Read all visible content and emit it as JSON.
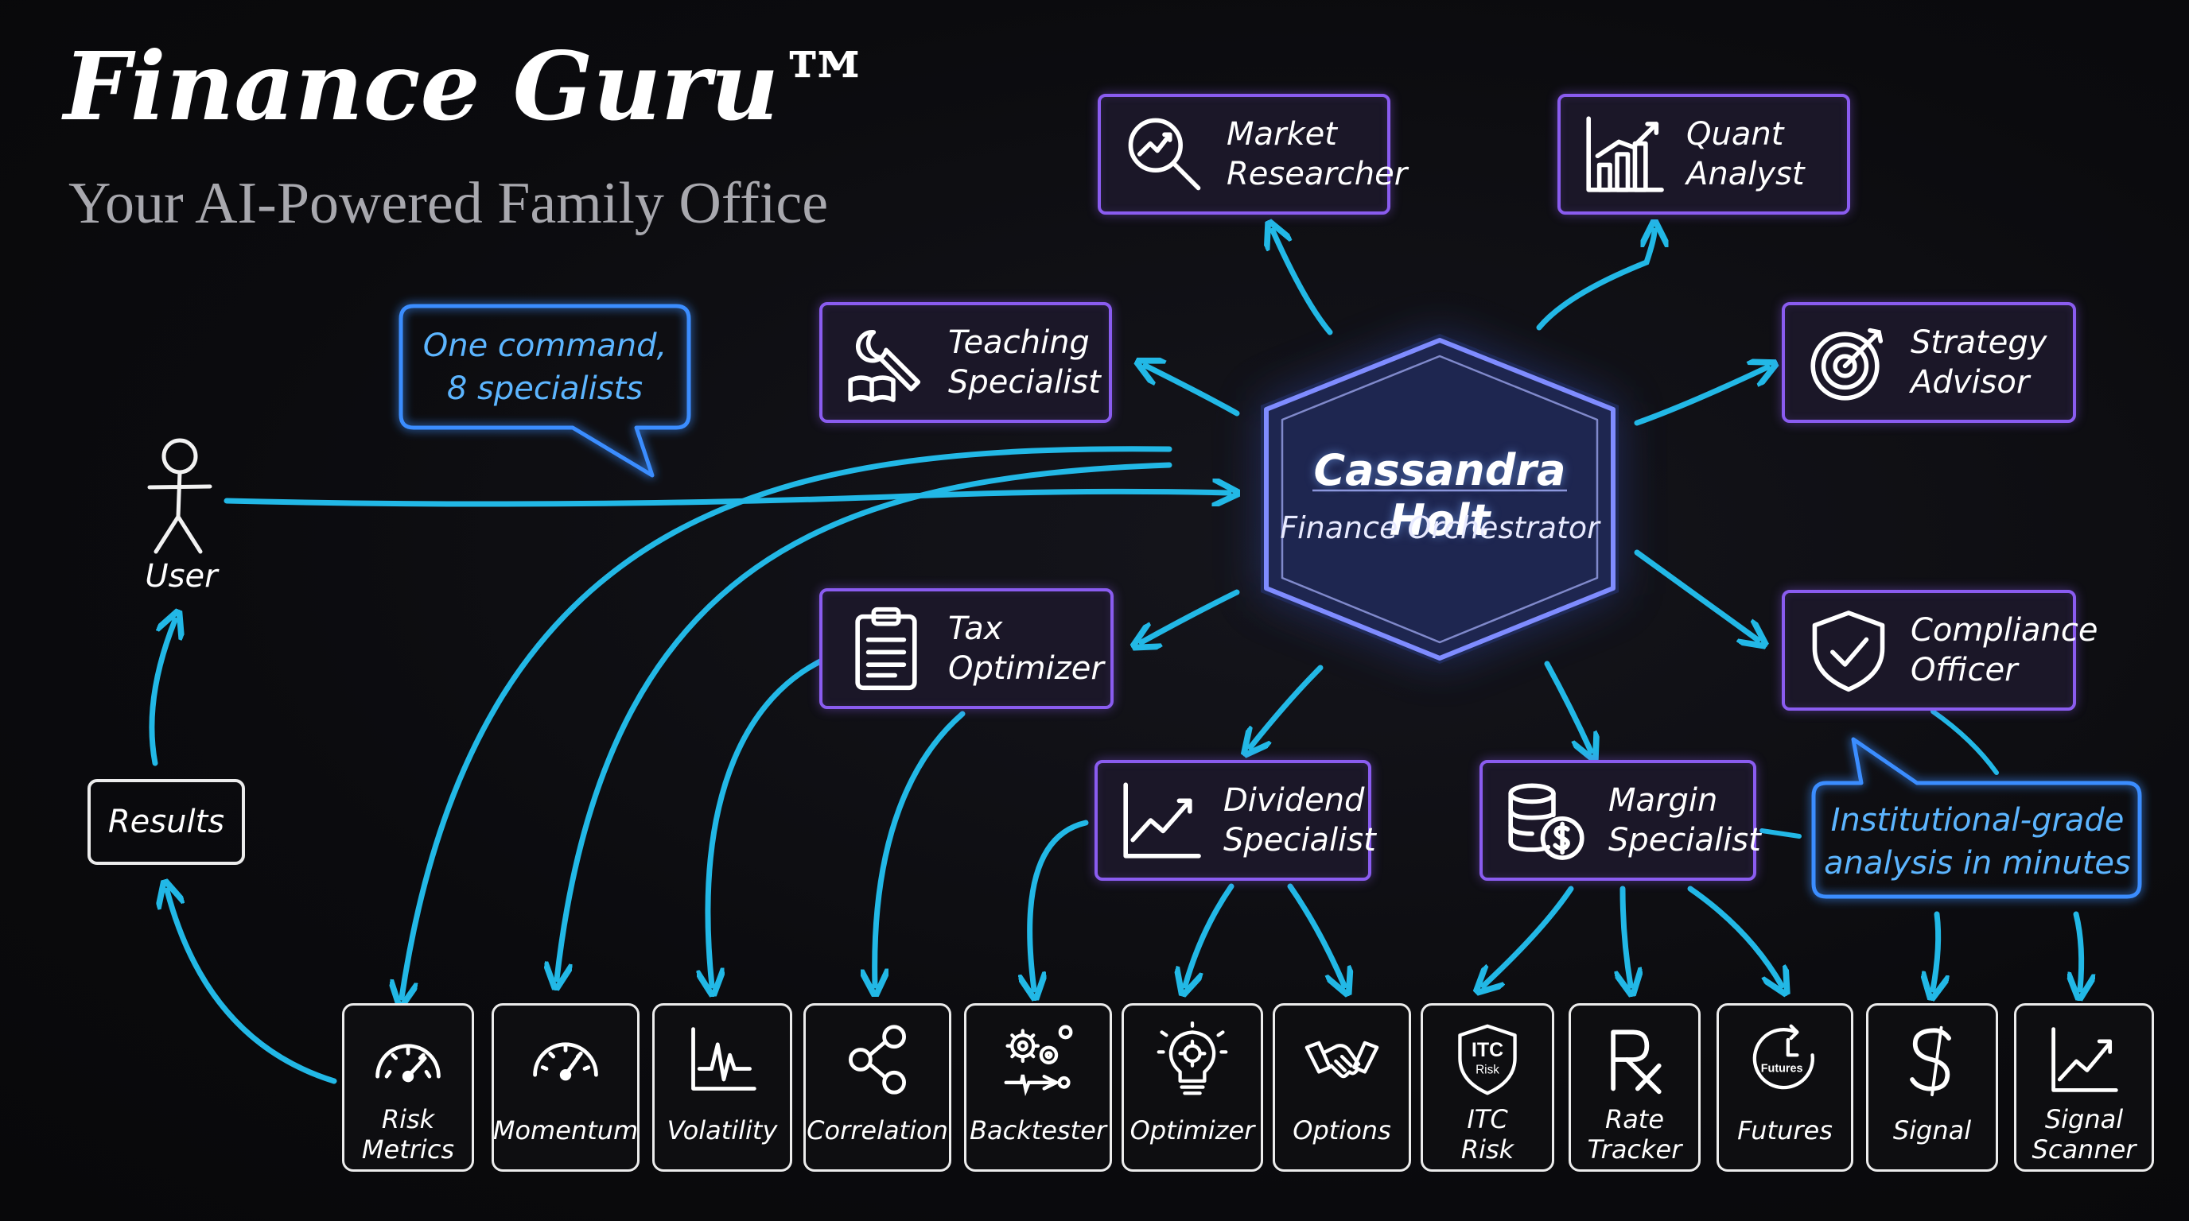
{
  "title": "Finance Guru™",
  "subtitle": "Your AI-Powered Family Office",
  "orchestrator": {
    "name": "Cassandra Holt",
    "role": "Finance Orchestrator"
  },
  "user": {
    "label": "User"
  },
  "results": {
    "label": "Results"
  },
  "bubbles": {
    "left": {
      "line1": "One command,",
      "line2": "8 specialists"
    },
    "right": {
      "line1": "Institutional-grade",
      "line2": "analysis in minutes"
    }
  },
  "agents": [
    {
      "id": "market-researcher",
      "icon": "magnifier-chart-icon",
      "line1": "Market",
      "line2": "Researcher"
    },
    {
      "id": "quant-analyst",
      "icon": "bar-chart-icon",
      "line1": "Quant",
      "line2": "Analyst"
    },
    {
      "id": "teaching-specialist",
      "icon": "wrench-book-icon",
      "line1": "Teaching",
      "line2": "Specialist"
    },
    {
      "id": "strategy-advisor",
      "icon": "target-icon",
      "line1": "Strategy",
      "line2": "Advisor"
    },
    {
      "id": "tax-optimizer",
      "icon": "clipboard-icon",
      "line1": "Tax",
      "line2": "Optimizer"
    },
    {
      "id": "compliance-officer",
      "icon": "shield-check-icon",
      "line1": "Compliance",
      "line2": "Officer"
    },
    {
      "id": "dividend-specialist",
      "icon": "line-chart-icon",
      "line1": "Dividend",
      "line2": "Specialist"
    },
    {
      "id": "margin-specialist",
      "icon": "coins-dollar-icon",
      "line1": "Margin",
      "line2": "Specialist"
    }
  ],
  "tools": [
    {
      "id": "risk-metrics",
      "icon": "gauge-icon",
      "line1": "Risk",
      "line2": "Metrics"
    },
    {
      "id": "momentum",
      "icon": "speedometer-icon",
      "line1": "Momentum",
      "line2": ""
    },
    {
      "id": "volatility",
      "icon": "volatility-chart-icon",
      "line1": "Volatility",
      "line2": ""
    },
    {
      "id": "correlation",
      "icon": "share-nodes-icon",
      "line1": "Correlation",
      "line2": ""
    },
    {
      "id": "backtester",
      "icon": "gears-icon",
      "line1": "Backtester",
      "line2": ""
    },
    {
      "id": "optimizer",
      "icon": "lightbulb-gear-icon",
      "line1": "Optimizer",
      "line2": ""
    },
    {
      "id": "options",
      "icon": "handshake-icon",
      "line1": "Options",
      "line2": ""
    },
    {
      "id": "itc-risk",
      "icon": "itc-shield-icon",
      "line1": "ITC",
      "line2": "Risk",
      "icon_text_1": "ITC",
      "icon_text_2": "Risk"
    },
    {
      "id": "rate-tracker",
      "icon": "rx-icon",
      "line1": "Rate",
      "line2": "Tracker"
    },
    {
      "id": "futures",
      "icon": "futures-clock-icon",
      "line1": "Futures",
      "line2": "",
      "icon_text_1": "Futures"
    },
    {
      "id": "signal",
      "icon": "signal-s-icon",
      "line1": "Signal",
      "line2": ""
    },
    {
      "id": "signal-scanner",
      "icon": "trend-up-icon",
      "line1": "Signal",
      "line2": "Scanner"
    }
  ],
  "colors": {
    "arrow": "#22b8e6",
    "agent_border": "#8a5cf0",
    "bubble": "#3a8dff",
    "hex_glow": "#4a8cff"
  }
}
